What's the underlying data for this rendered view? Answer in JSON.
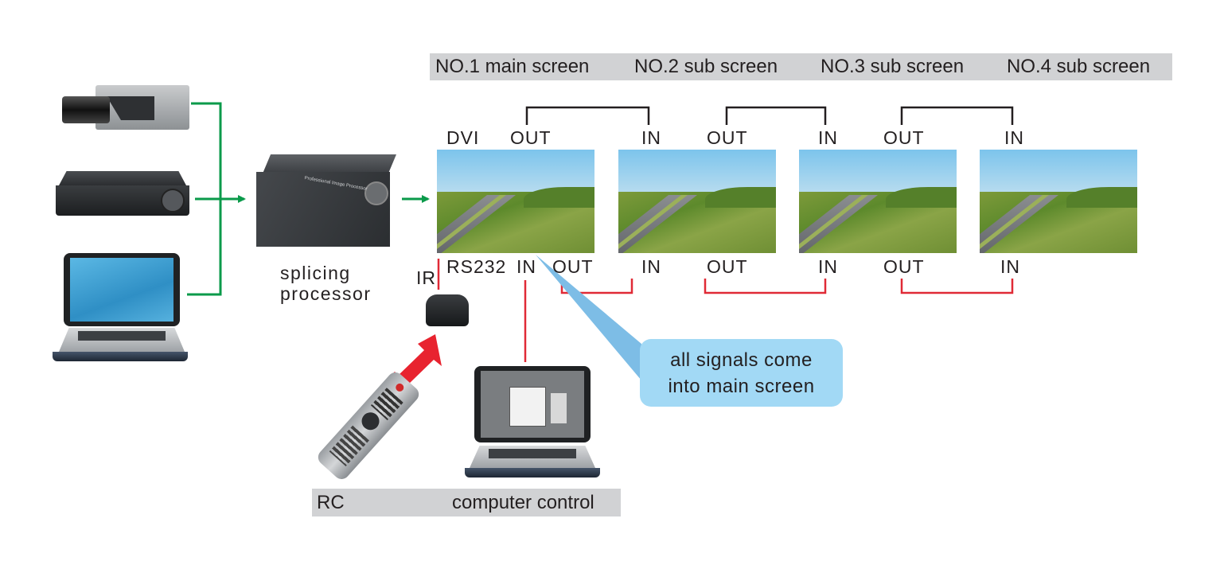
{
  "banner_top": {
    "labels": [
      "NO.1 main screen",
      "NO.2 sub screen",
      "NO.3 sub screen",
      "NO.4 sub screen"
    ]
  },
  "sources": [
    {
      "name": "camera",
      "icon": "cctv-camera-icon"
    },
    {
      "name": "dvr",
      "icon": "dvr-recorder-icon"
    },
    {
      "name": "laptop",
      "icon": "laptop-icon"
    }
  ],
  "processor": {
    "label_line1": "splicing",
    "label_line2": "processor",
    "device_text": "Professional Image Processor"
  },
  "screens": [
    {
      "top_ports": [
        "DVI",
        "OUT"
      ],
      "bottom_ports": [
        "RS232",
        "IN",
        "OUT"
      ]
    },
    {
      "top_ports": [
        "IN",
        "OUT"
      ],
      "bottom_ports": [
        "IN",
        "OUT"
      ]
    },
    {
      "top_ports": [
        "IN",
        "OUT"
      ],
      "bottom_ports": [
        "IN",
        "OUT"
      ]
    },
    {
      "top_ports": [
        "IN"
      ],
      "bottom_ports": [
        "IN"
      ]
    }
  ],
  "ir_label": "IR",
  "callout": {
    "line1": "all signals come",
    "line2": "into main screen"
  },
  "banner_bottom": {
    "left": "RC",
    "right": "computer control"
  },
  "colors": {
    "video_link": "#0a9a4a",
    "loop_link_top": "#231f20",
    "control_link": "#e02a36",
    "ir_arrow": "#e8232f",
    "callout_fill": "#a2d9f5",
    "callout_tail": "#7dbde6",
    "banner_fill": "#d1d2d4"
  }
}
